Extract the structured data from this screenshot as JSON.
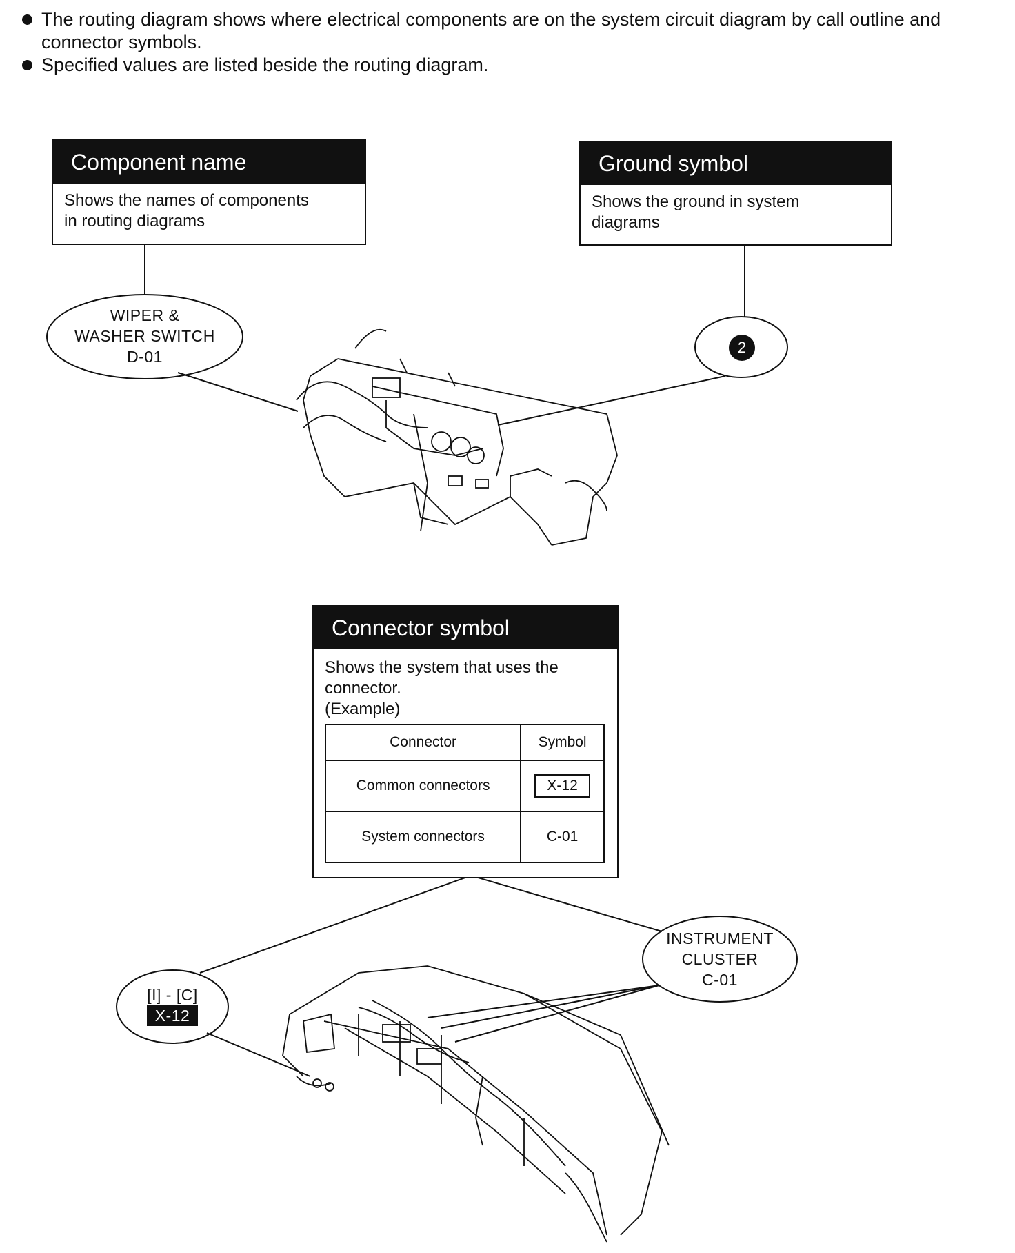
{
  "bullets": [
    "The routing diagram shows where electrical components are on the system circuit diagram by call outline and connector symbols.",
    "Specified values are listed beside the routing diagram."
  ],
  "component_box": {
    "title": "Component name",
    "desc_line1": "Shows the names of components",
    "desc_line2": "in routing diagrams"
  },
  "ground_box": {
    "title": "Ground symbol",
    "desc_line1": "Shows the ground in system",
    "desc_line2": "diagrams"
  },
  "wiper_callout": {
    "line1": "WIPER &",
    "line2": "WASHER SWITCH",
    "line3": "D-01"
  },
  "ground_callout": {
    "number": "2"
  },
  "connector_box": {
    "title": "Connector symbol",
    "desc_line1": "Shows the system that uses the",
    "desc_line2": "connector.",
    "example": "(Example)",
    "table": {
      "headers": [
        "Connector",
        "Symbol"
      ],
      "rows": [
        {
          "connector": "Common connectors",
          "symbol": "X-12"
        },
        {
          "connector": "System connectors",
          "symbol": "C-01"
        }
      ]
    }
  },
  "cluster_callout": {
    "line1": "INSTRUMENT",
    "line2": "CLUSTER",
    "line3": "C-01"
  },
  "ic_callout": {
    "line1": "[I] - [C]",
    "badge": "X-12"
  }
}
